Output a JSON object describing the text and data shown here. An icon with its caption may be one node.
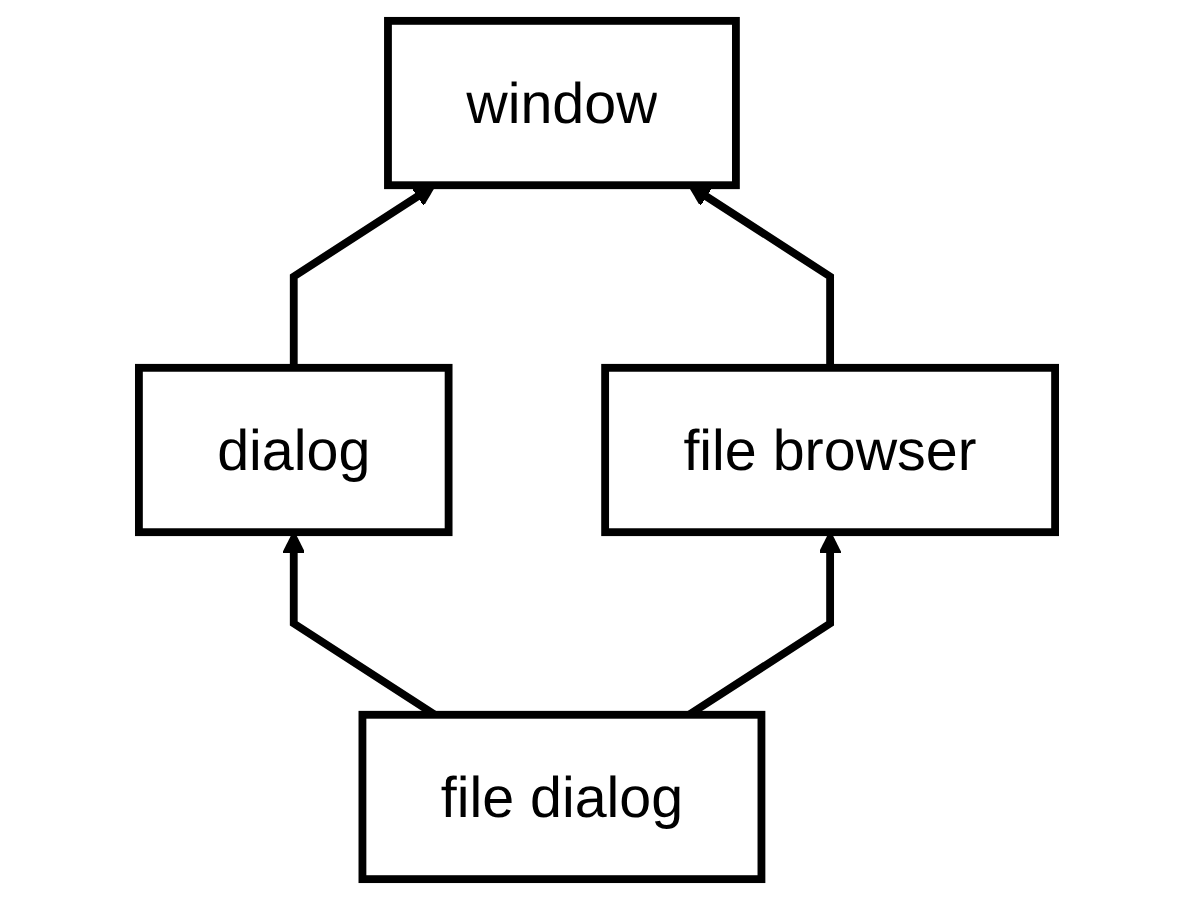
{
  "diagram": {
    "nodes": [
      {
        "text": [
          "window"
        ]
      },
      {
        "text": [
          "dialog"
        ]
      },
      {
        "text": [
          "file browser"
        ]
      },
      {
        "text": [
          "file dialog"
        ]
      }
    ],
    "edges": [
      {
        "from": 1,
        "to": 0,
        "arrow": "to"
      },
      {
        "from": 2,
        "to": 0,
        "arrow": "to"
      },
      {
        "from": 3,
        "to": 1,
        "arrow": "to"
      },
      {
        "from": 3,
        "to": 2,
        "arrow": "to"
      }
    ]
  }
}
